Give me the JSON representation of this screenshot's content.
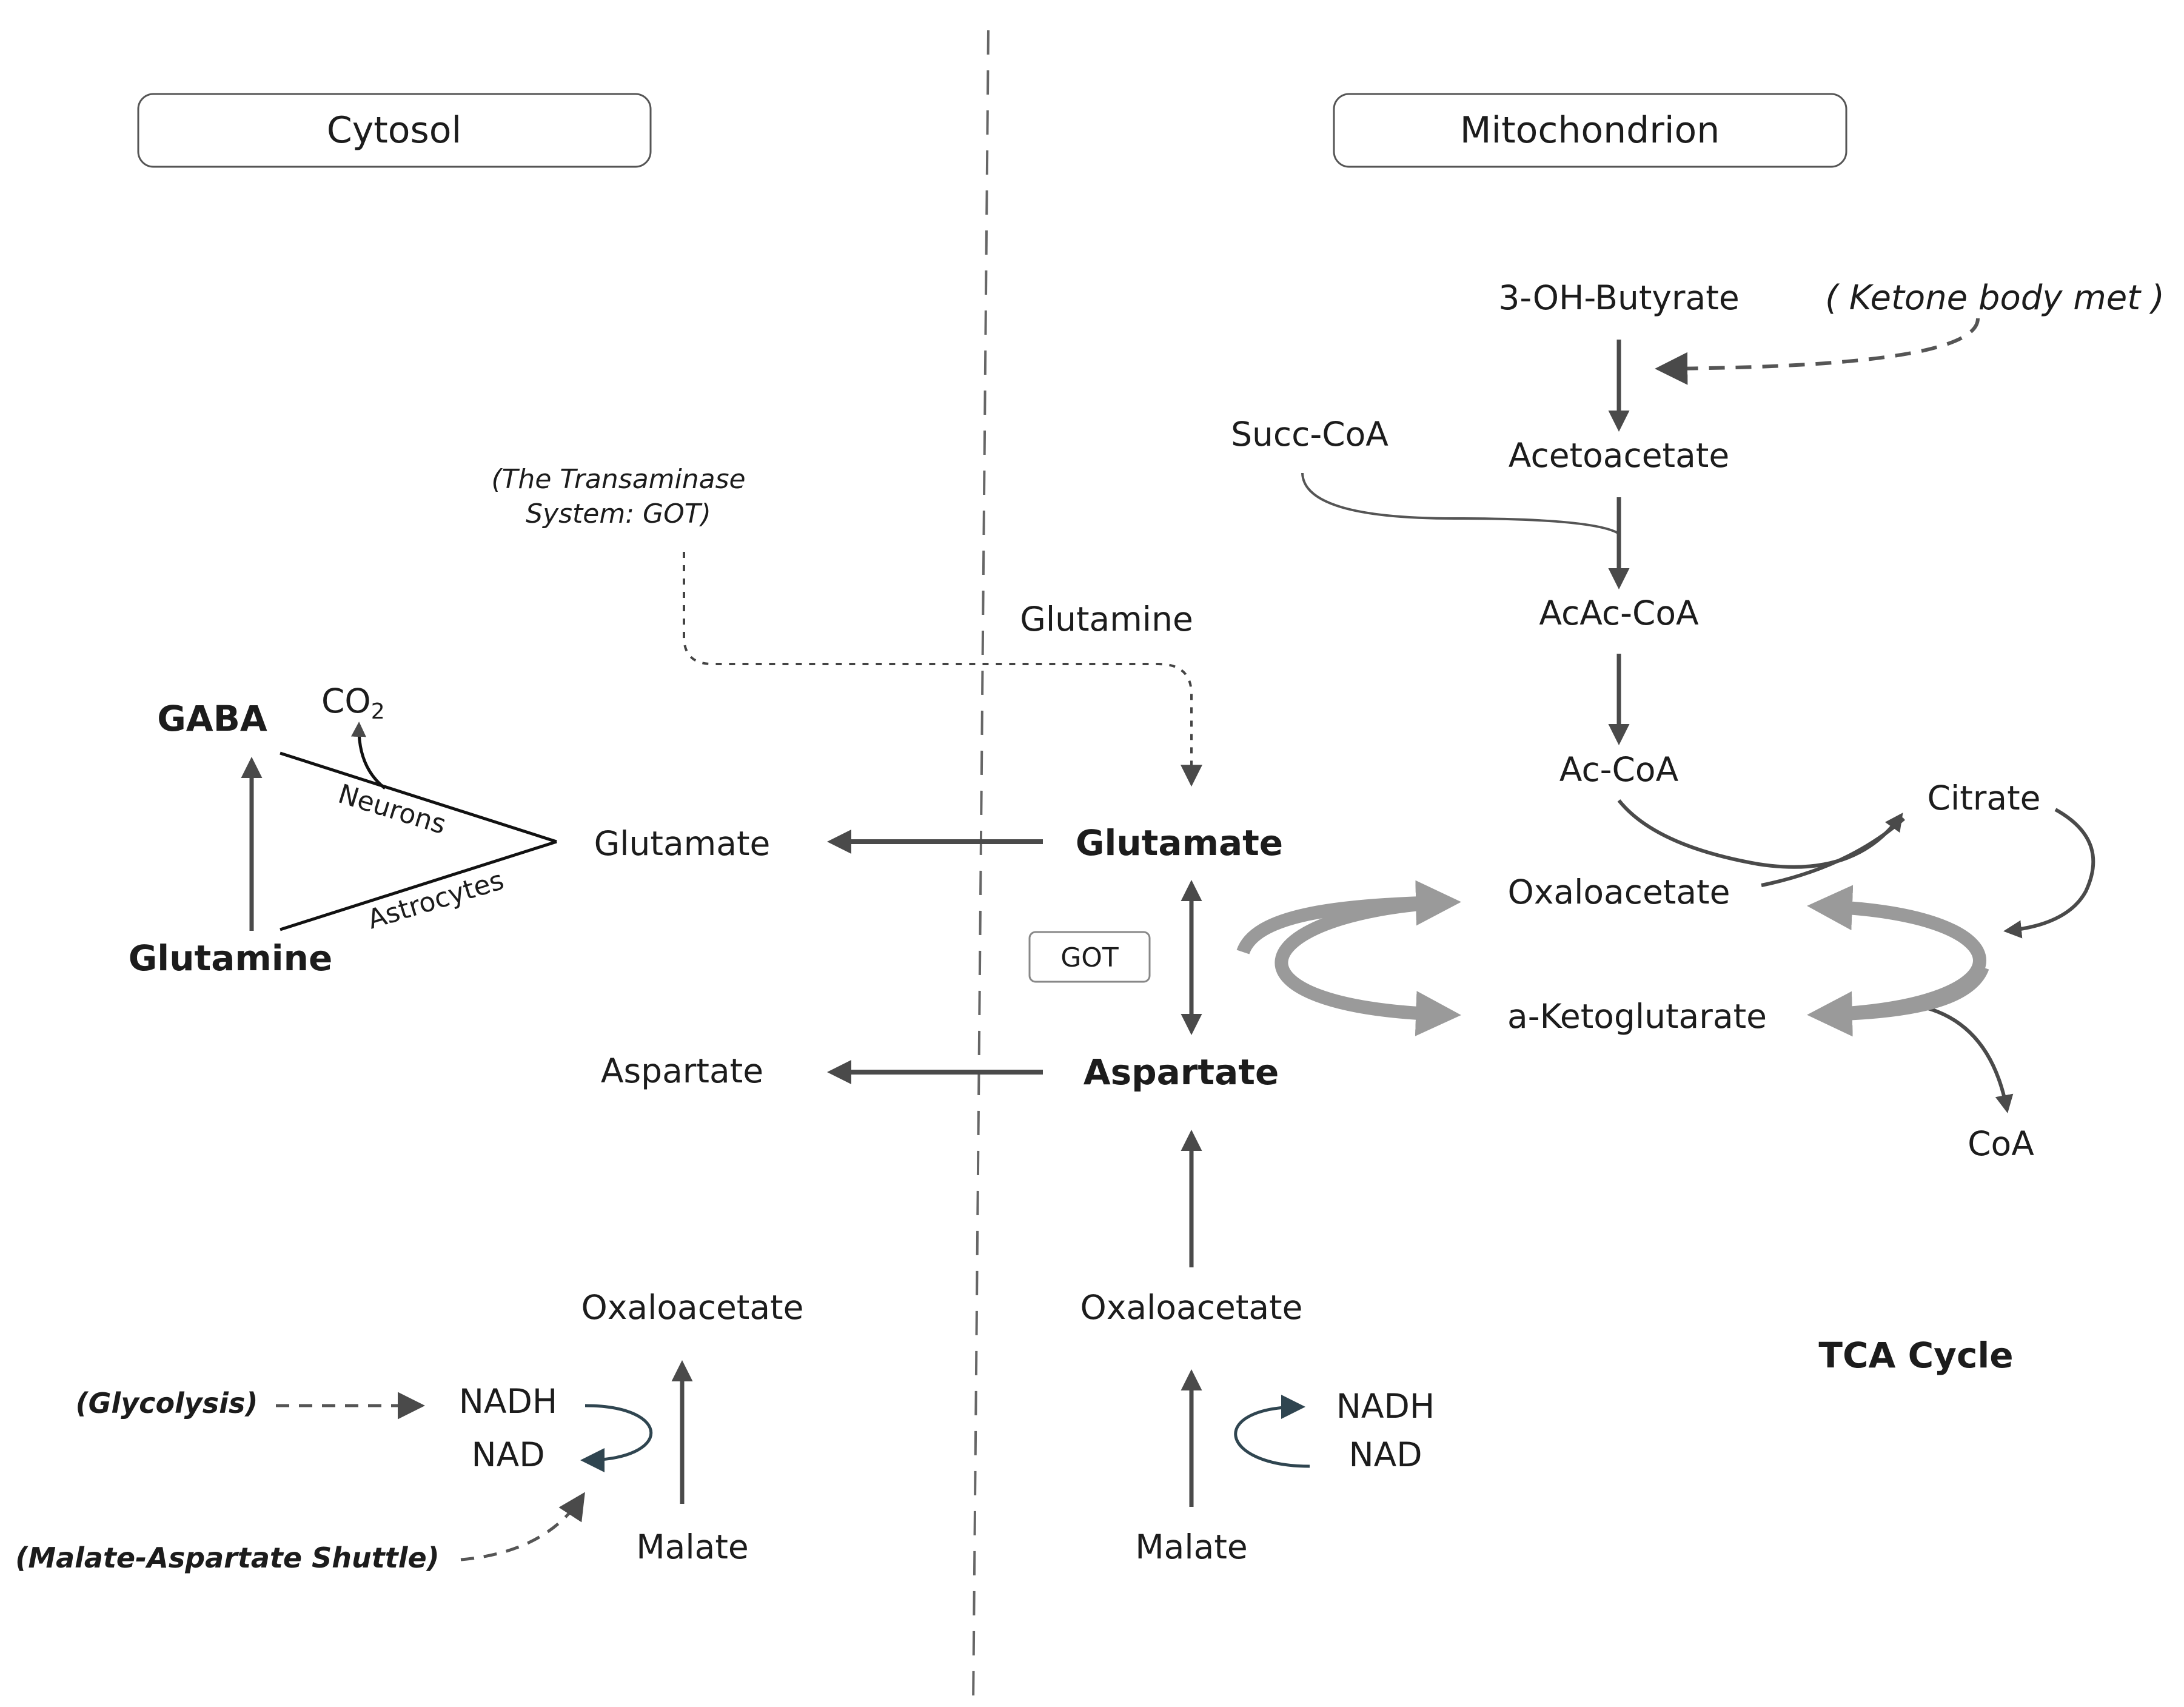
{
  "headers": {
    "cytosol": "Cytosol",
    "mitochondrion": "Mitochondrion"
  },
  "cytosol": {
    "gaba": "GABA",
    "co2": "CO",
    "co2_sub": "2",
    "neurons": "Neurons",
    "astrocytes": "Astrocytes",
    "glutamine": "Glutamine",
    "glutamate": "Glutamate",
    "aspartate": "Aspartate",
    "oxaloacetate": "Oxaloacetate",
    "nadh": "NADH",
    "nad": "NAD",
    "malate": "Malate",
    "glycolysis_note": "(Glycolysis)",
    "shuttle_note": "(Malate-Aspartate Shuttle)",
    "transaminase_line1": "(The Transaminase",
    "transaminase_line2": "System: GOT)"
  },
  "mitochondrion": {
    "glutamine": "Glutamine",
    "glutamate": "Glutamate",
    "got": "GOT",
    "aspartate": "Aspartate",
    "oxaloacetate": "Oxaloacetate",
    "nadh": "NADH",
    "nad": "NAD",
    "malate": "Malate",
    "butyrate": "3-OH-Butyrate",
    "ketone_note": "( Ketone body met )",
    "succ_coa": "Succ-CoA",
    "acetoacetate": "Acetoacetate",
    "acac_coa": "AcAc-CoA",
    "ac_coa": "Ac-CoA",
    "citrate": "Citrate",
    "tca_oxaloacetate": "Oxaloacetate",
    "ketoglutarate": "a-Ketoglutarate",
    "coa": "CoA",
    "tca_cycle": "TCA Cycle"
  },
  "colors": {
    "arrow": "#4a4a4a",
    "cycle": "#9a9a9a",
    "redox": "#2f4550",
    "text": "#1c1c1c"
  }
}
